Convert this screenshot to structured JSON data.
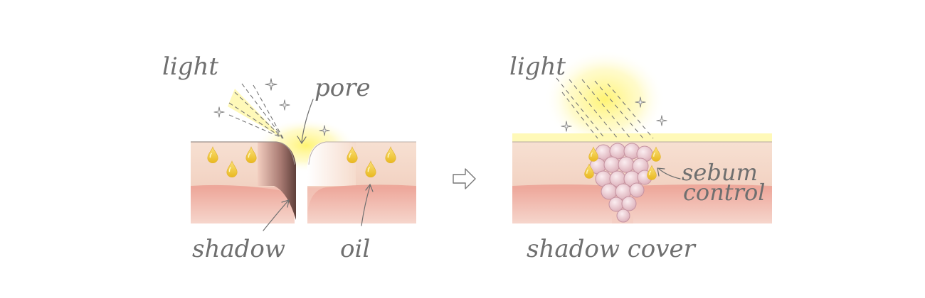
{
  "before": {
    "light_label": "light",
    "pore_label": "pore",
    "shadow_label": "shadow",
    "oil_label": "oil"
  },
  "after": {
    "light_label": "light",
    "sebum_label_line1": "sebum",
    "sebum_label_line2": "control",
    "shadow_cover_label": "shadow cover"
  },
  "arrow_icon": "right-arrow-icon",
  "colors": {
    "skin_top": "#f6dccd",
    "skin_bottom": "#efb2a6",
    "oil_drop": "#f4cf3a",
    "light_glow": "#fff58a",
    "sebum_ball": "#e7c3cb",
    "shadow": "#6b4a45",
    "label": "#6f6f6f"
  }
}
